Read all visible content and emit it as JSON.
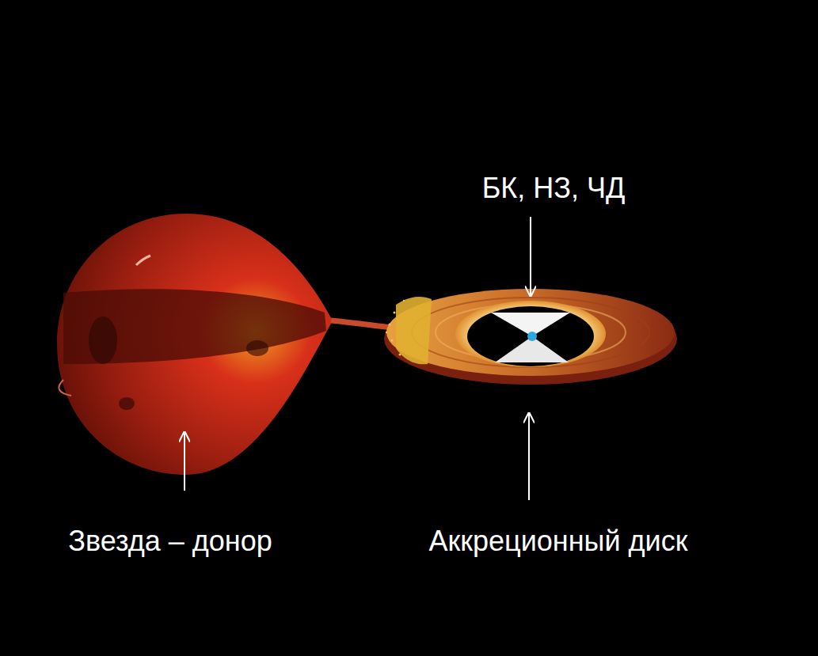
{
  "diagram": {
    "labels": [
      "БК, НЗ, ЧД",
      "Звезда – донор",
      "Аккреционный диск"
    ]
  }
}
